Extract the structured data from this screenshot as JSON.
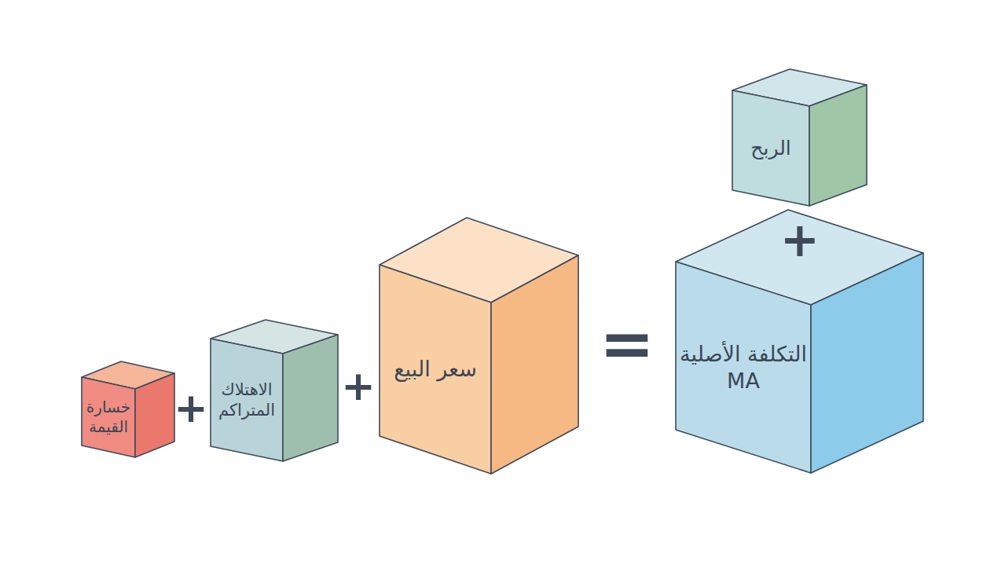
{
  "diagram": {
    "nodes": [
      {
        "text": [
          "خسارة القيمة"
        ]
      },
      {
        "text": [
          "الاهتلاك المتراكم"
        ]
      },
      {
        "text": [
          "سعر البيع"
        ]
      },
      {
        "text": [
          "التكلفة الأصلية MA"
        ]
      },
      {
        "text": [
          "الربح"
        ]
      }
    ],
    "labels": [
      "+",
      "+",
      "=",
      "+"
    ]
  }
}
